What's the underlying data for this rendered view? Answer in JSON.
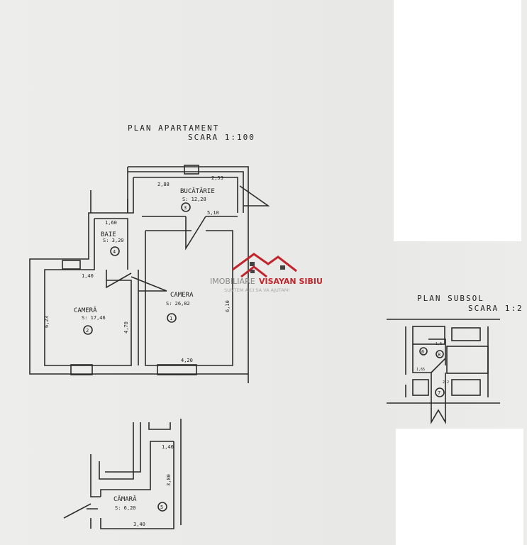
{
  "apartment": {
    "title": "PLAN APARTAMENT",
    "scale": "SCARA 1:100",
    "rooms": [
      {
        "name": "BUCĂTĂRIE",
        "area": "S: 12,28",
        "number": "3"
      },
      {
        "name": "CAMERA",
        "area": "S: 26,82",
        "number": "1"
      },
      {
        "name": "CAMERĂ",
        "area": "S: 17,46",
        "number": "2"
      },
      {
        "name": "BAIE",
        "area": "S: 3,20",
        "number": "4"
      }
    ],
    "dimensions": {
      "kitchen_left": "2,88",
      "kitchen_right": "2,53",
      "kitchen_bottom": "5,10",
      "bath_top": "1,60",
      "room2_top": "1,40",
      "room2_left": "6,23",
      "room2_right": "4,70",
      "room1_right": "6,10",
      "room1_bottom": "4,20"
    }
  },
  "pantry": {
    "name": "CĂMARĂ",
    "area": "S: 6,20",
    "number": "5",
    "dim_top": "1,40",
    "dim_right": "3,80",
    "dim_bottom": "3,40"
  },
  "basement": {
    "title": "PLAN SUBSOL",
    "scale": "SCARA 1:2",
    "numbers": [
      "6",
      "7",
      "8"
    ],
    "dims": [
      "1,6",
      "1,65",
      "2,2"
    ]
  },
  "watermark": {
    "brand_light": "IMOBILIARE",
    "brand_bold": "VISAYAN SIBIU",
    "tagline": "SUNTEM AICI SA VA AJUTAM!",
    "color": "#c0252d"
  }
}
